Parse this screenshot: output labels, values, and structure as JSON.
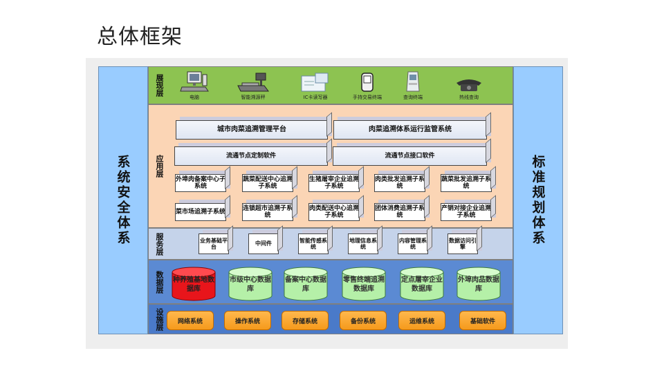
{
  "title": "总体框架",
  "sides": {
    "left": "系统安全体系",
    "right": "标准规划体系"
  },
  "layers": {
    "display": "展现层",
    "app": "应用层",
    "service": "服务层",
    "data": "数据层",
    "infra": "设施层"
  },
  "devices": [
    {
      "label": "电脑",
      "icon": "computer-icon"
    },
    {
      "label": "智能溯源秤",
      "icon": "scale-icon"
    },
    {
      "label": "IC卡读写器",
      "icon": "card-reader-icon"
    },
    {
      "label": "手持交易终端",
      "icon": "handheld-icon"
    },
    {
      "label": "查询终端",
      "icon": "kiosk-icon"
    },
    {
      "label": "热线查询",
      "icon": "phone-icon"
    }
  ],
  "app": {
    "platforms": [
      "城市肉菜追溯管理平台",
      "肉菜追溯体系运行监管系统"
    ],
    "software": [
      "流通节点定制软件",
      "流通节点接口软件"
    ],
    "row1": [
      "外埠肉备案中心子系统",
      "蔬菜配送中心追溯子系统",
      "生猪屠宰企业追溯子系统",
      "肉类批发追溯子系统",
      "蔬菜批发追溯子系统"
    ],
    "row2": [
      "菜市场追溯子系统",
      "连锁超市追溯子系统",
      "肉类配送中心追溯子系统",
      "团体消费追溯子系统",
      "产销对接企业追溯子系统"
    ]
  },
  "services": [
    "业务基础平台",
    "中间件",
    "智能传感系统",
    "地理信息系统",
    "内容管理系统",
    "数据访问引擎"
  ],
  "databases": [
    "种养殖基地数据库",
    "市级中心数据库",
    "备案中心数据库",
    "零售终端追溯数据库",
    "定点屠宰企业数据库",
    "外埠肉品数据库"
  ],
  "infra": [
    "网络系统",
    "操作系统",
    "存储系统",
    "备份系统",
    "运维系统",
    "基础软件"
  ],
  "colors": {
    "display": "#8dc351",
    "app": "#fbd5b5",
    "service": "#c5d3ea",
    "data": "#5b8ad3",
    "infra": "#4a7ac9",
    "side": "#99ccff",
    "db_green": "#b5f0a8",
    "db_red": "#e8151b",
    "infra_btn": "#f7a325"
  }
}
